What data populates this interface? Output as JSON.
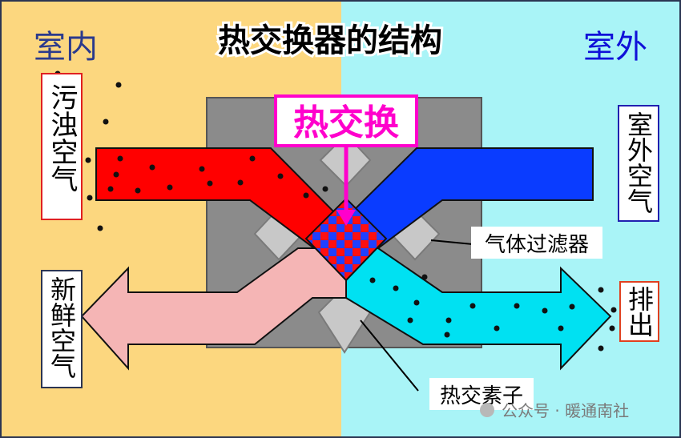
{
  "title": "热交换器的结构",
  "labels": {
    "indoor": "室内",
    "outdoor": "室外",
    "dirty_air": "污浊空气",
    "outdoor_air": "室外空气",
    "fresh_air": "新鲜空气",
    "exhaust": "排出",
    "heat_exchange": "热交换",
    "filter": "气体过滤器",
    "element": "热交素子"
  },
  "watermark": "公众号 · 暖通南社",
  "colors": {
    "indoor_bg": "#fcd77f",
    "outdoor_bg": "#a9f4f7",
    "housing": "#8b8b8b",
    "dirty_duct": "#ff0000",
    "outdoor_duct": "#0a3cff",
    "fresh_duct": "#f5b5b5",
    "exhaust_duct": "#00e1f2",
    "accent": "#ff00cc",
    "indoor_text": "#2b3a8c",
    "outdoor_text": "#1010d8"
  }
}
